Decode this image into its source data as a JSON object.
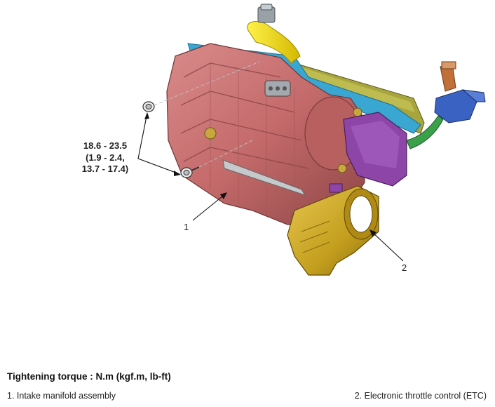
{
  "torque_spec": {
    "line1": "18.6 - 23.5",
    "line2": "(1.9 - 2.4,",
    "line3": "13.7 - 17.4)"
  },
  "callouts": {
    "c1": "1",
    "c2": "2"
  },
  "caption": {
    "title": "Tightening torque : N.m (kgf.m, lb-ft)"
  },
  "legend": [
    {
      "label": "1. Intake manifold assembly"
    },
    {
      "label": "2. Electronic throttle control (ETC)"
    }
  ],
  "colors": {
    "manifold": "#c0686a",
    "gasket": "#3aa6d2",
    "hose": "#f2d900",
    "throttle_body": "#c9a51a",
    "sensor": "#8d45a8",
    "valve": "#3a62c2"
  }
}
